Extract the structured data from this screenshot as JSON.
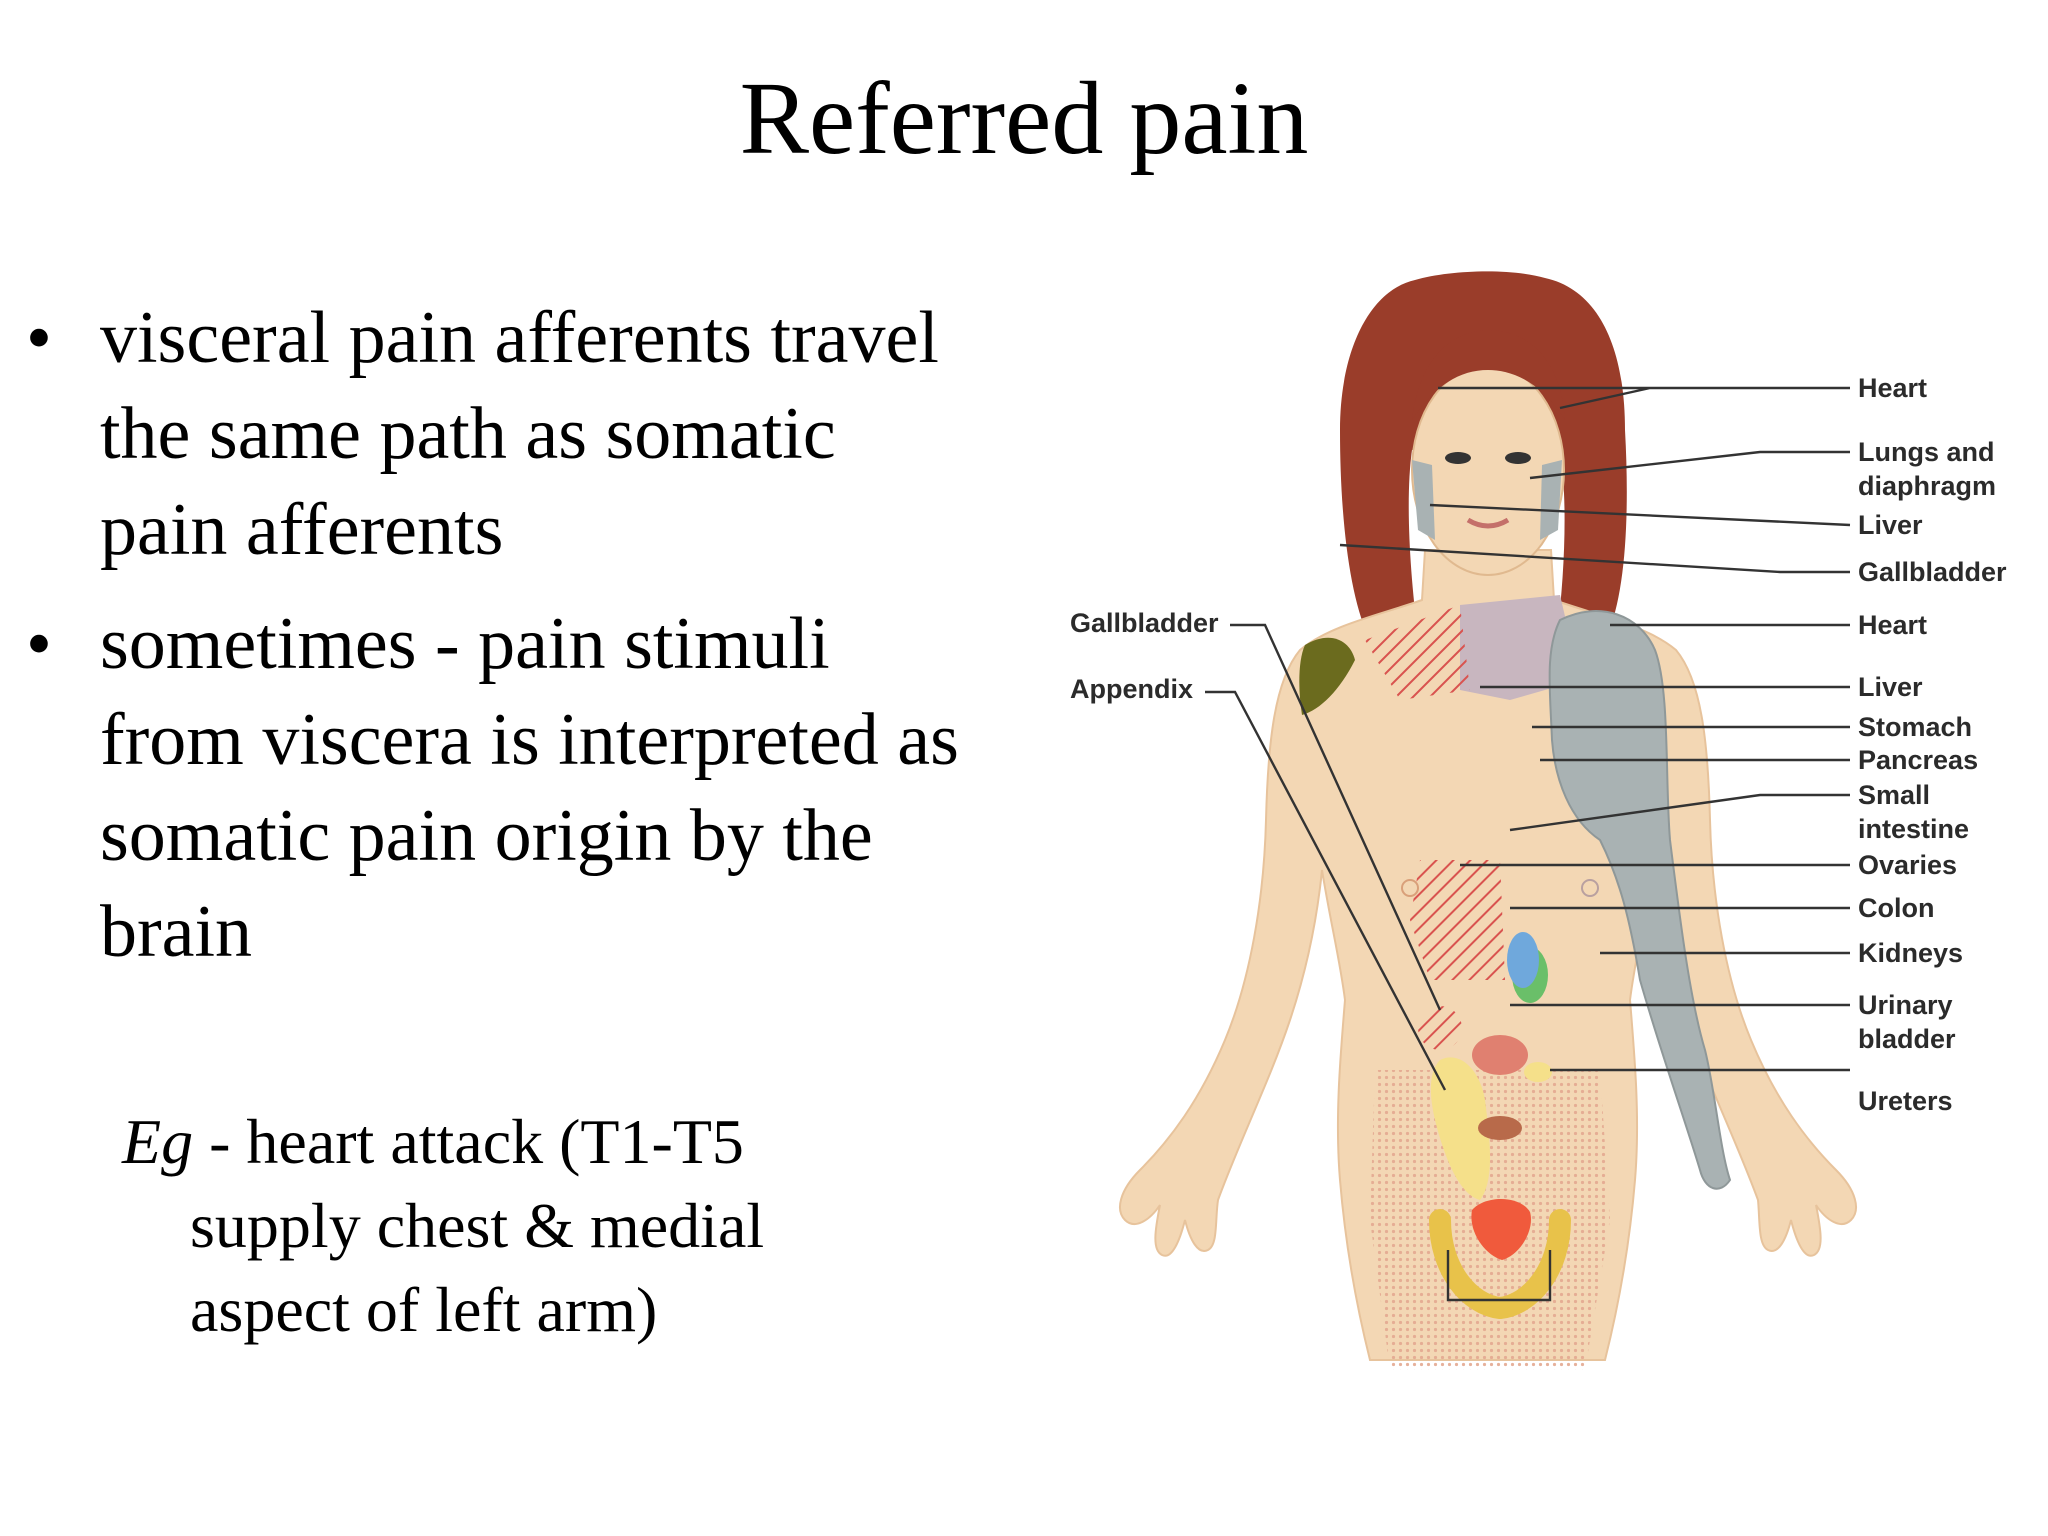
{
  "title": "Referred pain",
  "bullets": [
    {
      "mark": "•",
      "text": "visceral pain afferents travel the same path as somatic pain afferents"
    },
    {
      "mark": "•",
      "text": "sometimes - pain stimuli from viscera is interpreted as somatic pain origin by the brain"
    }
  ],
  "example": {
    "abbr": "Eg",
    "line1": " - heart attack (T1-T5",
    "line2": "supply chest & medial",
    "line3": "aspect of left arm)"
  },
  "diagram": {
    "left_labels": {
      "gallbladder": "Gallbladder",
      "appendix": "Appendix"
    },
    "right_labels": {
      "heart_jaw": "Heart",
      "lungs_1": "Lungs and",
      "lungs_2": "diaphragm",
      "liver_shoulder": "Liver",
      "gallbladder_shoulder": "Gallbladder",
      "heart_chest": "Heart",
      "liver_abdomen": "Liver",
      "stomach": "Stomach",
      "pancreas": "Pancreas",
      "small_1": "Small",
      "small_2": "intestine",
      "ovaries": "Ovaries",
      "colon": "Colon",
      "kidneys": "Kidneys",
      "bladder_1": "Urinary",
      "bladder_2": "bladder",
      "ureters": "Ureters"
    },
    "colors": {
      "skin": "#f3d7b4",
      "hair": "#9a3d2a",
      "heart_zone": "#a9b2b3",
      "lung_zone": "#c8b6bf",
      "liver_hatch": "#d9534f",
      "gallbladder_shoulder": "#6b6b1e",
      "stomach": "#6fa8dc",
      "pancreas": "#6abf69",
      "small_intestine": "#e08070",
      "appendix": "#f5e08a",
      "colon": "#b86a4a",
      "bladder": "#f05a3c",
      "ureters": "#e8c24a",
      "kidney_dots": "#e3a891"
    }
  }
}
